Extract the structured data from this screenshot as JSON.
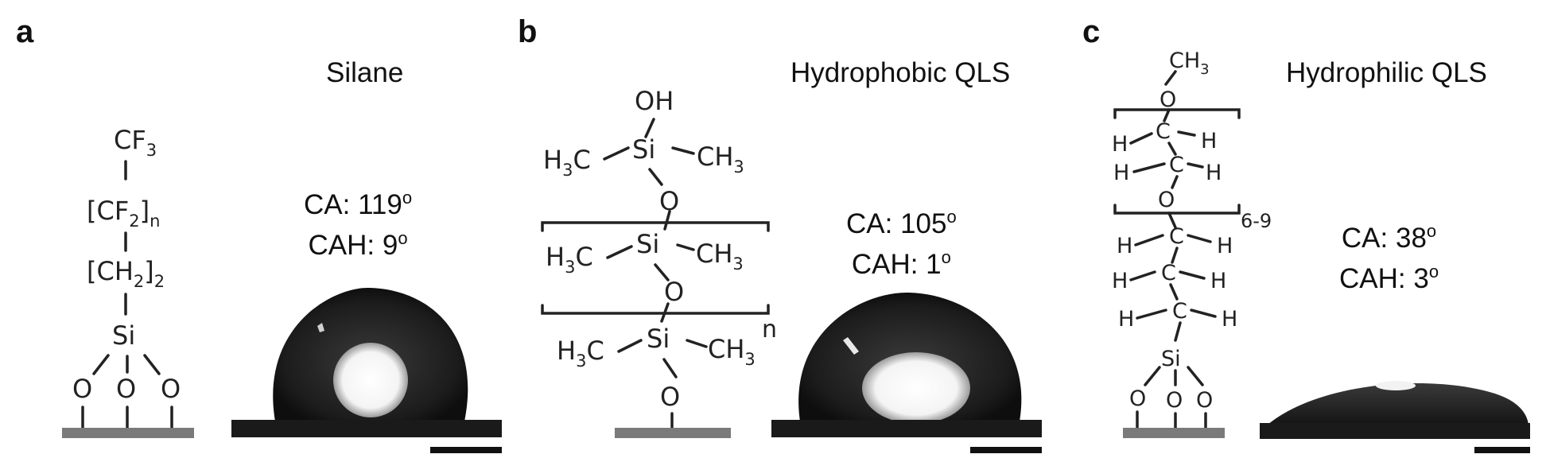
{
  "panels": [
    {
      "letter": "a",
      "title": "Silane",
      "ca_label": "CA: 119",
      "cah_label": "CAH: 9",
      "degree_mark": "o",
      "structure": {
        "cf3": "CF",
        "cf3_sub": "3",
        "cf2": "[CF",
        "cf2_sub": "2",
        "cf2_close": "]",
        "cf2_n": "n",
        "ch2": "[CH",
        "ch2_sub": "2",
        "ch2_close": "]",
        "ch2_2": "2",
        "si": "Si",
        "o": "O"
      }
    },
    {
      "letter": "b",
      "title": "Hydrophobic QLS",
      "ca_label": "CA: 105",
      "cah_label": "CAH: 1",
      "degree_mark": "o",
      "structure": {
        "oh": "OH",
        "h3c": "H",
        "h3c_sub": "3",
        "h3c_c": "C",
        "ch3": "CH",
        "ch3_sub": "3",
        "si": "Si",
        "o": "O",
        "n": "n"
      }
    },
    {
      "letter": "c",
      "title": "Hydrophilic QLS",
      "ca_label": "CA: 38",
      "cah_label": "CAH: 3",
      "degree_mark": "o",
      "structure": {
        "ch3": "CH",
        "ch3_sub": "3",
        "o": "O",
        "c": "C",
        "h": "H",
        "repeat": "6-9",
        "si": "Si"
      }
    }
  ],
  "colors": {
    "droplet": "#1a1a1a",
    "substrate": "#1a1a1a",
    "surface": "#7a7a7a",
    "scale_bar": "#111111"
  }
}
